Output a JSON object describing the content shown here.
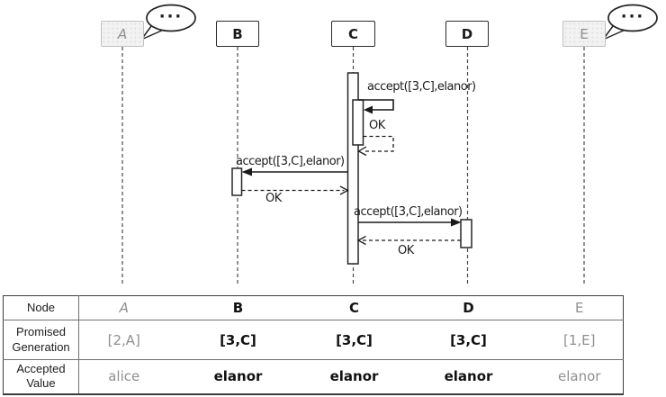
{
  "diagram": {
    "nodes": [
      {
        "label": "A",
        "bubble": "···"
      },
      {
        "label": "B"
      },
      {
        "label": "C"
      },
      {
        "label": "D"
      },
      {
        "label": "E",
        "bubble": "···"
      }
    ],
    "messages": {
      "c_self_accept": "accept([3,C],elanor)",
      "c_self_ok": "OK",
      "c_to_b_accept": "accept([3,C],elanor)",
      "b_to_c_ok": "OK",
      "c_to_d_accept": "accept([3,C],elanor)",
      "d_to_c_ok": "OK"
    }
  },
  "table": {
    "row_labels": [
      "Node",
      "Promised Generation",
      "Accepted Value"
    ],
    "nodes": [
      "A",
      "B",
      "C",
      "D",
      "E"
    ],
    "promised_generation": [
      "[2,A]",
      "[3,C]",
      "[3,C]",
      "[3,C]",
      "[1,E]"
    ],
    "accepted_value": [
      "alice",
      "elanor",
      "elanor",
      "elanor",
      "elanor"
    ]
  },
  "colors": {
    "ink": "#1a1a1a",
    "muted_text": "#8f8f8f",
    "muted_box_fill": "#f2f2f2",
    "muted_box_border": "#c0c0c0"
  }
}
